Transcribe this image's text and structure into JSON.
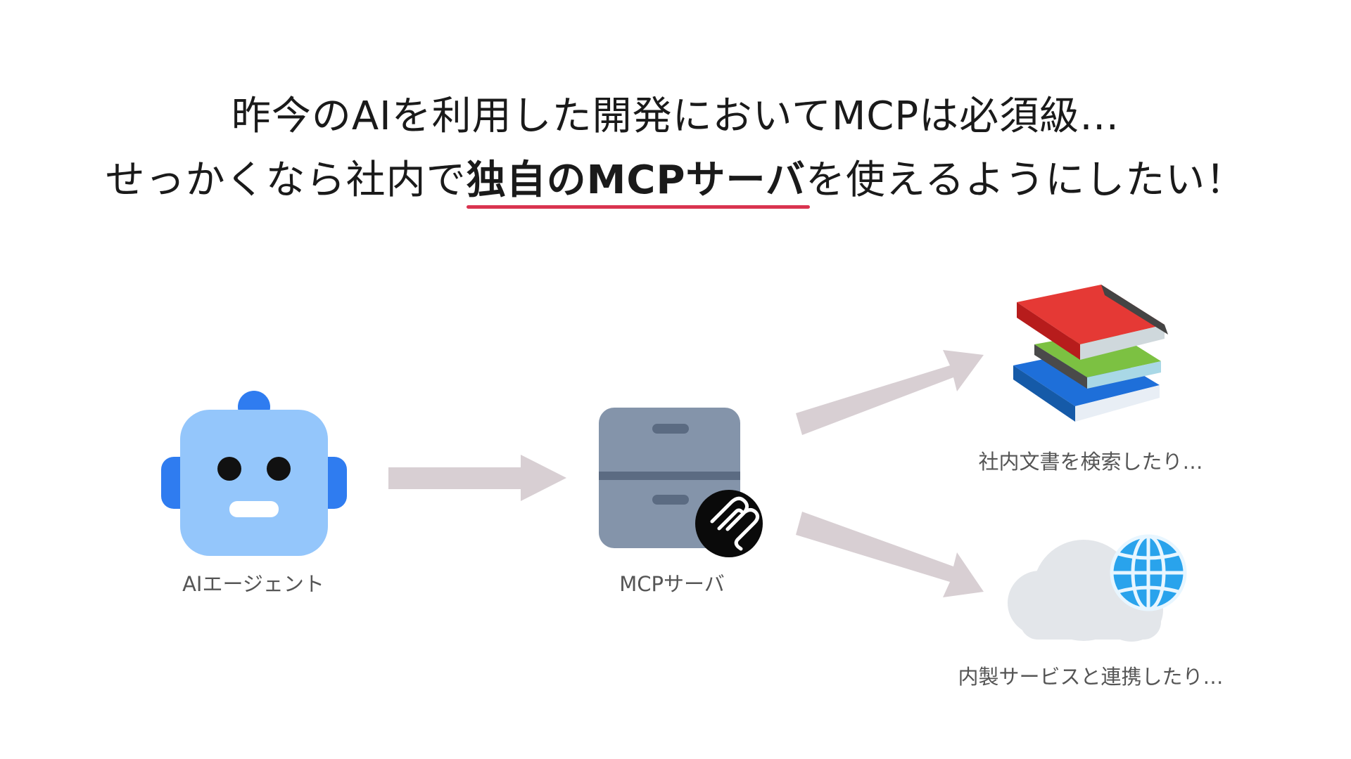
{
  "headline": {
    "line1": "昨今のAIを利用した開発においてMCPは必須級…",
    "line2_before": "せっかくなら社内で",
    "line2_emphasis": "独自のMCPサーバ",
    "line2_after": "を使えるようにしたい！",
    "underline_color": "#d9334f"
  },
  "nodes": {
    "agent": {
      "label": "AIエージェント",
      "icon": "robot-icon"
    },
    "server": {
      "label": "MCPサーバ",
      "icon": "file-cabinet-icon",
      "badge_icon": "mcp-logo-icon"
    },
    "docs": {
      "label": "社内文書を検索したり…",
      "icon": "books-icon"
    },
    "service": {
      "label": "内製サービスと連携したり…",
      "icon": "cloud-globe-icon"
    }
  },
  "colors": {
    "arrow": "#d8cfd3",
    "robot_face": "#94c6fb",
    "robot_accent": "#2f7cf0",
    "cabinet": "#8494aa",
    "cabinet_dark": "#5b6b82"
  }
}
